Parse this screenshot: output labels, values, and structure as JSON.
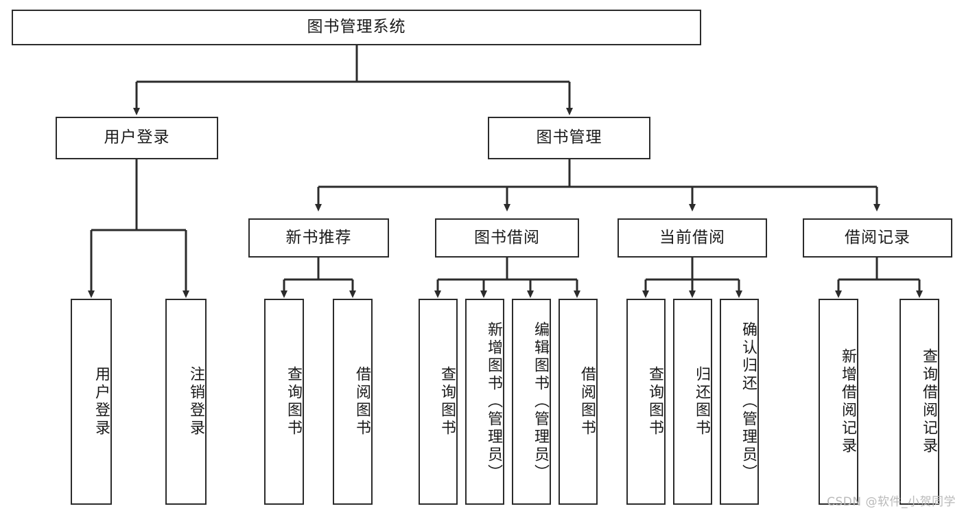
{
  "diagram": {
    "title": "图书管理系统",
    "type": "tree-structure-chart",
    "line_color": "#2b2b2b",
    "box_fill": "#ffffff",
    "text_color": "#1a1a1a"
  },
  "root": {
    "label": "图书管理系统"
  },
  "level2": [
    {
      "label": "用户登录"
    },
    {
      "label": "图书管理"
    }
  ],
  "level3": [
    {
      "label": "新书推荐"
    },
    {
      "label": "图书借阅"
    },
    {
      "label": "当前借阅"
    },
    {
      "label": "借阅记录"
    }
  ],
  "leaves": {
    "user_login": [
      {
        "label": "用户登录"
      },
      {
        "label": "注销登录"
      }
    ],
    "new_book": [
      {
        "label": "查询图书"
      },
      {
        "label": "借阅图书"
      }
    ],
    "book_borrow": [
      {
        "label": "查询图书"
      },
      {
        "label": "新增图书（管理员）"
      },
      {
        "label": "编辑图书（管理员）"
      },
      {
        "label": "借阅图书"
      }
    ],
    "current_borrow": [
      {
        "label": "查询图书"
      },
      {
        "label": "归还图书"
      },
      {
        "label": "确认归还（管理员）"
      }
    ],
    "borrow_record": [
      {
        "label": "新增借阅记录"
      },
      {
        "label": "查询借阅记录"
      }
    ]
  },
  "watermark": {
    "text": "CSDN @软件_小贺同学"
  }
}
